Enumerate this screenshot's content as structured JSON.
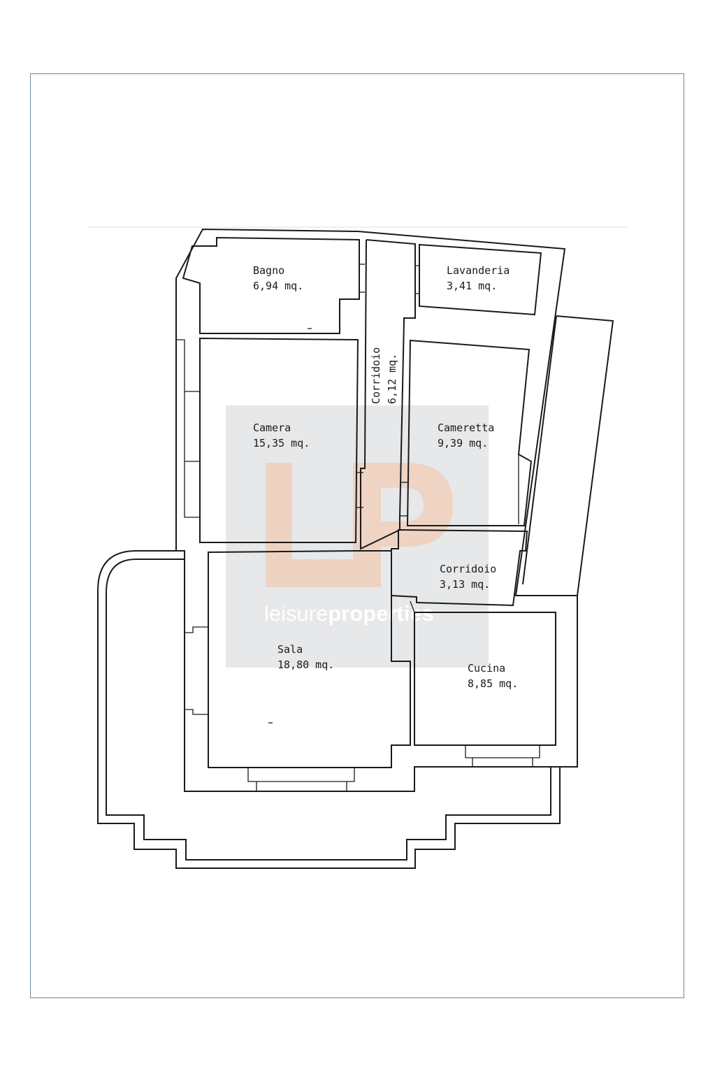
{
  "watermark": {
    "monogram": "LP",
    "brand_prefix": "leisure",
    "brand_suffix": "properties",
    "box_color": "#d7dadd",
    "monogram_color": "#f6c3a4"
  },
  "rooms": [
    {
      "id": "bagno",
      "name": "Bagno",
      "area": "6,94 mq."
    },
    {
      "id": "lavanderia",
      "name": "Lavanderia",
      "area": "3,41 mq."
    },
    {
      "id": "corridoio-1",
      "name": "Corridoio",
      "area": "6,12 mq."
    },
    {
      "id": "camera",
      "name": "Camera",
      "area": "15,35 mq."
    },
    {
      "id": "cameretta",
      "name": "Cameretta",
      "area": "9,39 mq."
    },
    {
      "id": "corridoio-2",
      "name": "Corridoio",
      "area": "3,13 mq."
    },
    {
      "id": "sala",
      "name": "Sala",
      "area": "18,80 mq."
    },
    {
      "id": "cucina",
      "name": "Cucina",
      "area": "8,85 mq."
    }
  ]
}
